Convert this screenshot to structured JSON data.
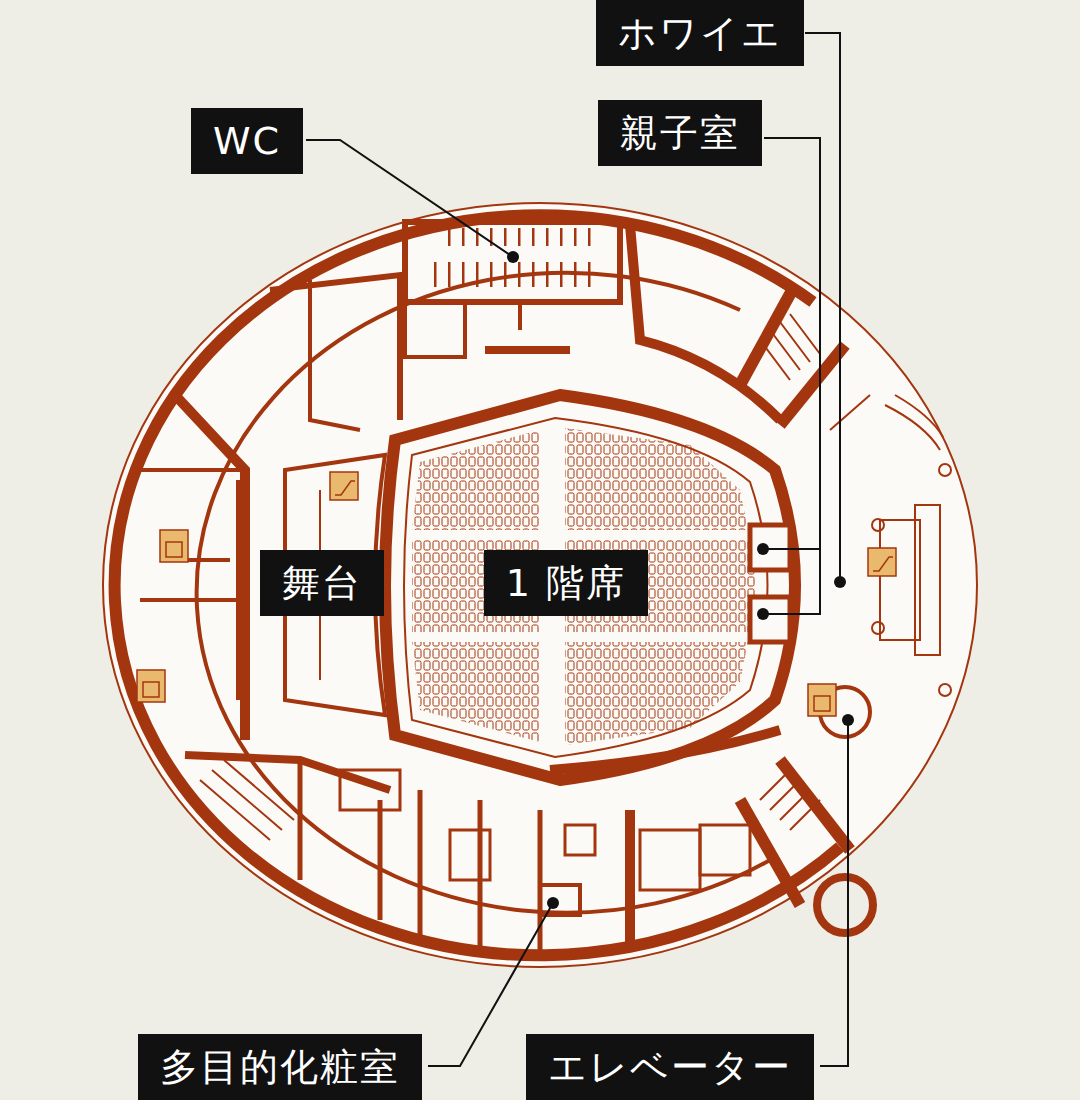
{
  "diagram": {
    "nodes": [
      {
        "text": [
          "ホワイエ"
        ]
      },
      {
        "text": [
          "WC"
        ]
      },
      {
        "text": [
          "親子室"
        ]
      },
      {
        "text": [
          "舞台"
        ]
      },
      {
        "text": [
          "1 階席"
        ]
      },
      {
        "text": [
          "多目的化粧室"
        ]
      },
      {
        "text": [
          "エレベーター"
        ]
      }
    ]
  }
}
